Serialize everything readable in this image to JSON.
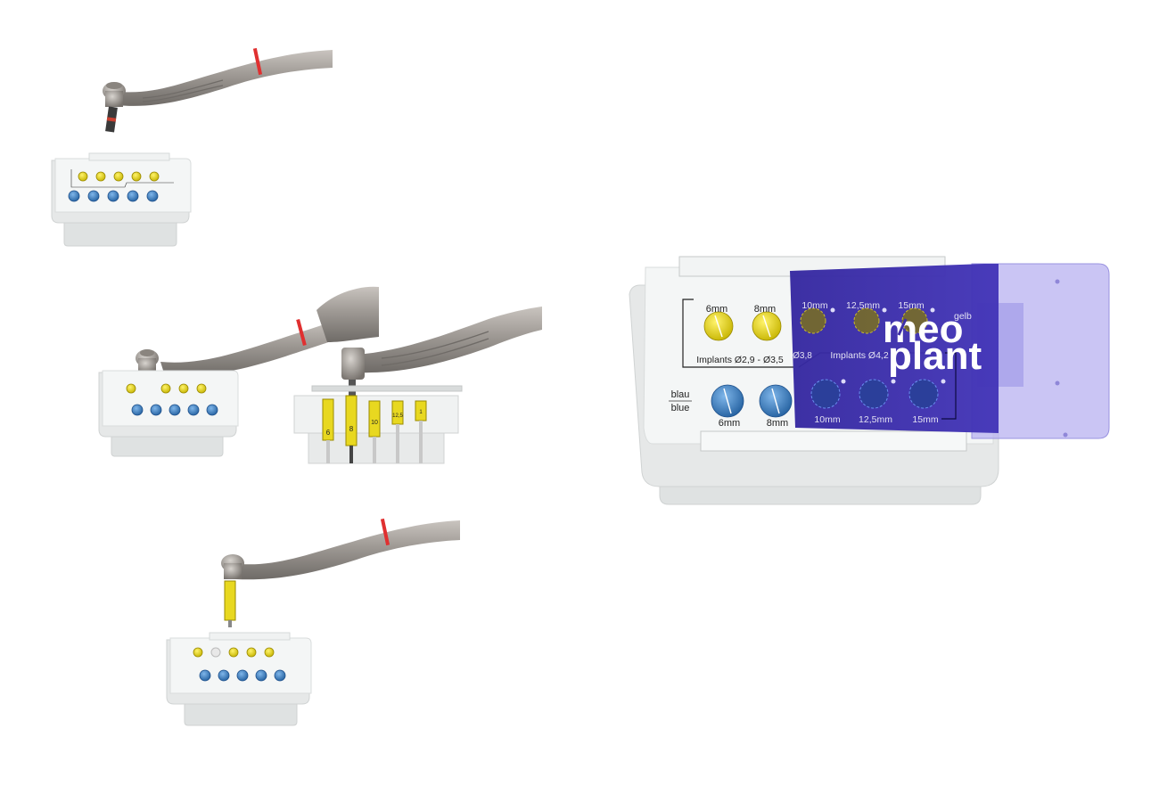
{
  "product": {
    "brand_line1": "meo",
    "brand_line2": "plant"
  },
  "tray": {
    "yellow_labels": [
      "6mm",
      "8mm",
      "10mm",
      "12,5mm",
      "15mm"
    ],
    "blue_labels": [
      "6mm",
      "8mm",
      "10mm",
      "12,5mm",
      "15mm"
    ],
    "implants_left": "Implants Ø2,9 - Ø3,5",
    "implants_mid_partial": "Ø3,8",
    "implants_right": "Implants Ø4,2",
    "color_de": "blau",
    "color_en": "blue",
    "yellow_partial": "gelb"
  },
  "closeup": {
    "drill_numbers": [
      "6",
      "8",
      "10",
      "12,5",
      "1"
    ]
  },
  "colors": {
    "lid": "#3d2fa8",
    "lid_transparent": "#b8b2f0",
    "yellow": "#e8d820",
    "blue": "#3a82c8",
    "handpiece": "#9a9590",
    "ring": "#e03030"
  }
}
